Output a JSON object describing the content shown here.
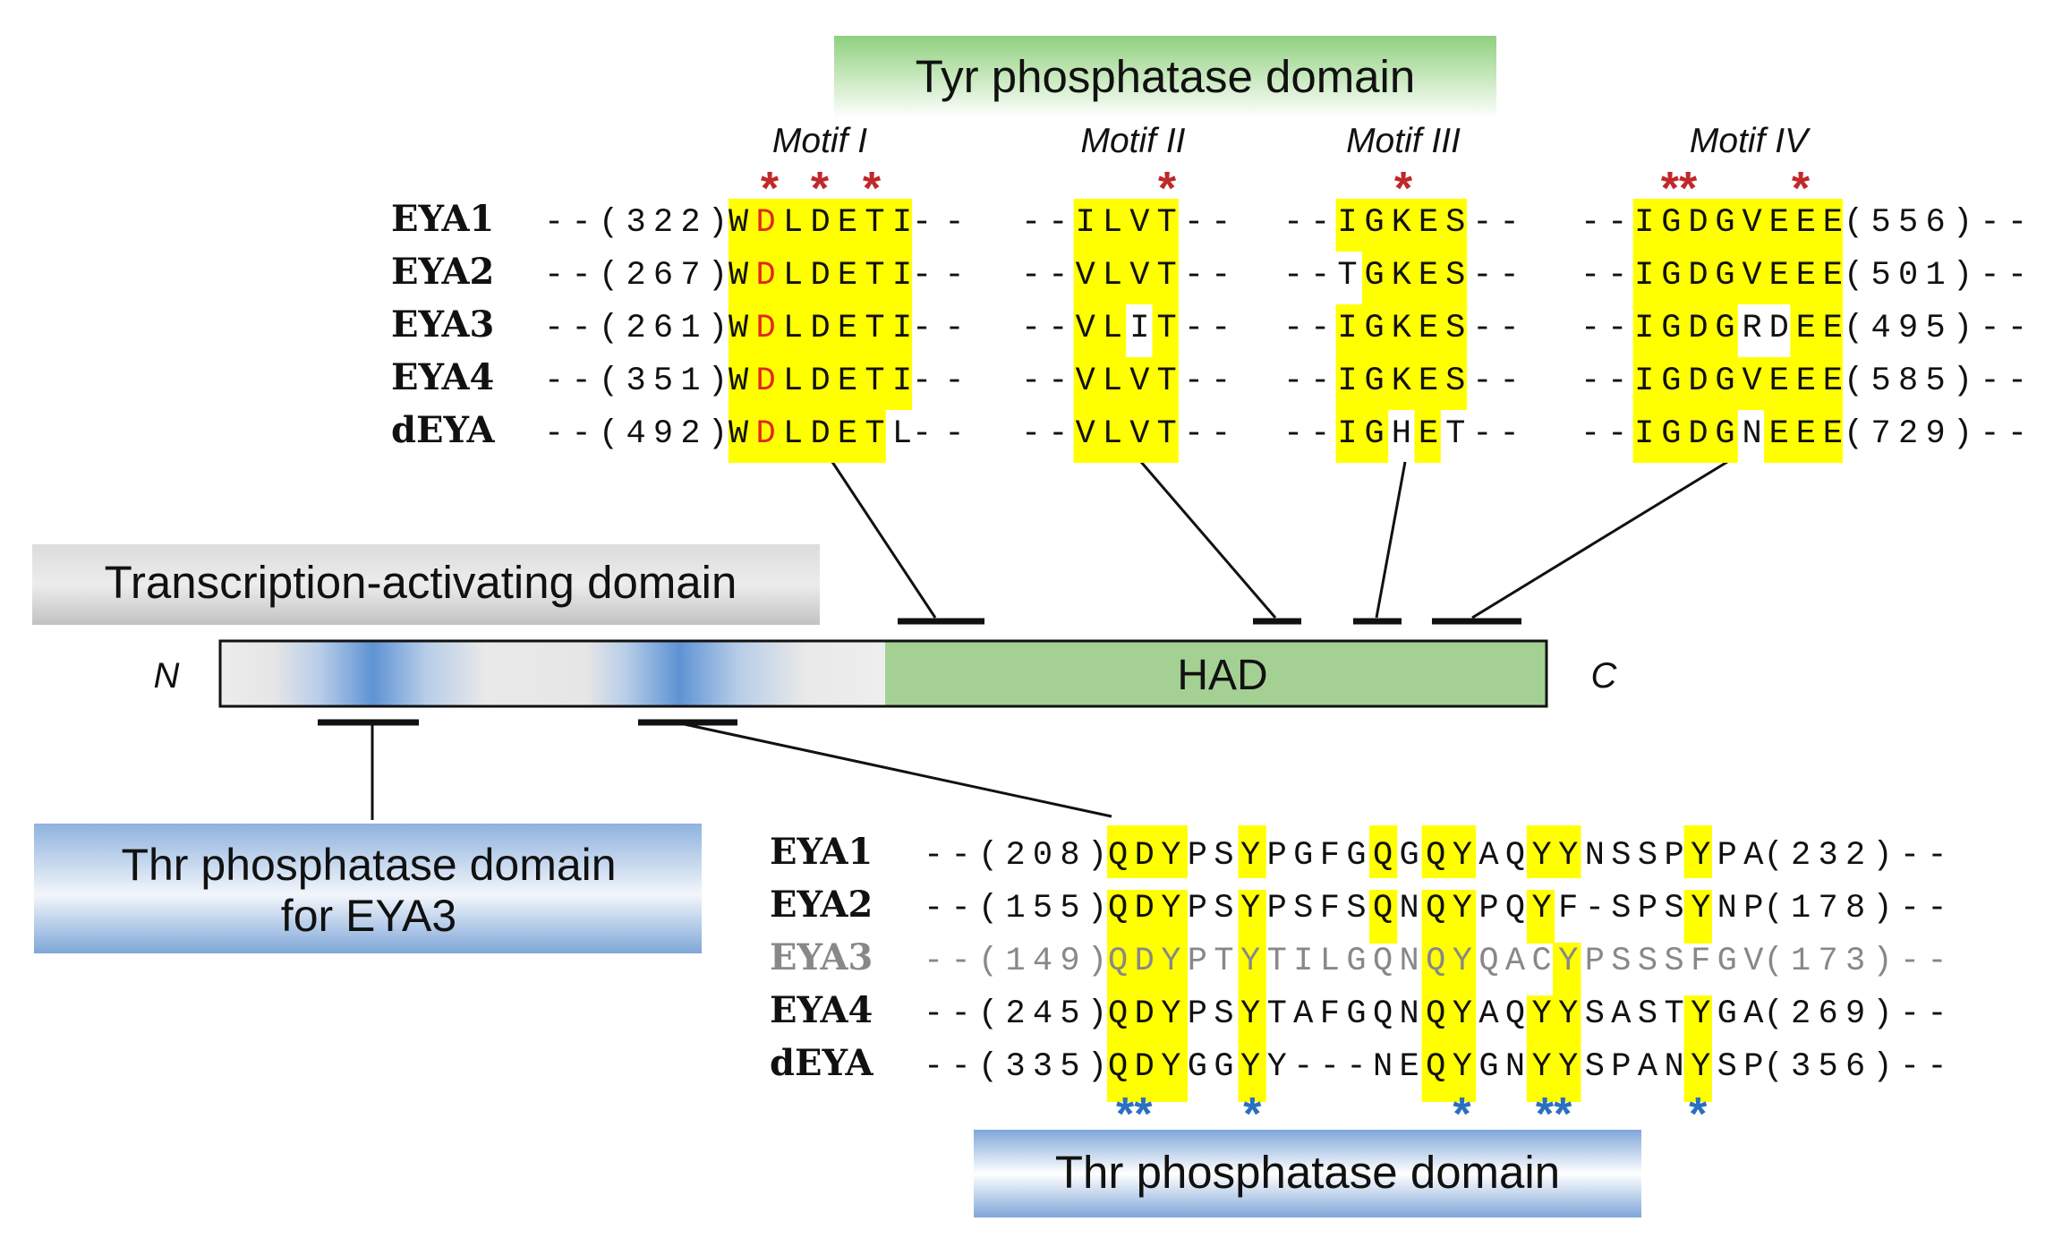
{
  "colors": {
    "highlight": "#ffff00",
    "tyr_box": "#8fd07e",
    "thr_box": "#7fa6d8",
    "tad_box": "#bdbdbd",
    "had_fill": "#a4d193",
    "red_star": "#c0282a",
    "blue_star": "#2a6fc0",
    "catalytic_d": "#e0281e",
    "eya3_gray": "#888888"
  },
  "labels": {
    "tyr_domain": "Tyr phosphatase domain",
    "transcription_domain": "Transcription-activating domain",
    "thr_domain_eya3_line1": "Thr phosphatase domain",
    "thr_domain_eya3_line2": "for EYA3",
    "thr_domain": "Thr phosphatase domain",
    "had": "HAD",
    "n_term": "N",
    "c_term": "C"
  },
  "motifs": [
    {
      "label": "Motif I",
      "stars": "*   *   *"
    },
    {
      "label": "Motif II",
      "stars": "*"
    },
    {
      "label": "Motif III",
      "stars": "*"
    },
    {
      "label": "Motif IV",
      "stars": "**      *"
    }
  ],
  "top_alignment": {
    "rows": [
      {
        "name": "EYA1",
        "start": "--(322)",
        "m1": "WDLDETI",
        "m1_tail": "--",
        "m2": "--ILVT--",
        "m3": "--IGKES--",
        "m4": "--IGDGVEEE",
        "end": "(556)--"
      },
      {
        "name": "EYA2",
        "start": "--(267)",
        "m1": "WDLDETI",
        "m1_tail": "--",
        "m2": "--VLVT--",
        "m3": "--TGKES--",
        "m4": "--IGDGVEEE",
        "end": "(501)--"
      },
      {
        "name": "EYA3",
        "start": "--(261)",
        "m1": "WDLDETI",
        "m1_tail": "--",
        "m2": "--VLIT--",
        "m3": "--IGKES--",
        "m4": "--IGDGRDEE",
        "end": "(495)--"
      },
      {
        "name": "EYA4",
        "start": "--(351)",
        "m1": "WDLDETI",
        "m1_tail": "--",
        "m2": "--VLVT--",
        "m3": "--IGKES--",
        "m4": "--IGDGVEEE",
        "end": "(585)--"
      },
      {
        "name": "dEYA",
        "start": "--(492)",
        "m1": "WDLDETL",
        "m1_tail": "--",
        "m2": "--VLVT--",
        "m3": "--IGHET--",
        "m4": "--IGDGNEEE",
        "end": "(729)--"
      }
    ]
  },
  "bottom_alignment": {
    "rows": [
      {
        "name": "EYA1",
        "start": "--(208)",
        "seq": "QDYPSYPGFGQGQYAQYYNSSPYPA",
        "end": "(232)--"
      },
      {
        "name": "EYA2",
        "start": "--(155)",
        "seq": "QDYPSYPSFSQNQYPQYF-SPSYNP",
        "end": "(178)--"
      },
      {
        "name": "EYA3",
        "start": "--(149)",
        "seq": "QDYPTYTILGQNQYQACYPSSSFGV",
        "end": "(173)--"
      },
      {
        "name": "EYA4",
        "start": "--(245)",
        "seq": "QDYPSYTAFGQNQYAQYYSASTYGA",
        "end": "(269)--"
      },
      {
        "name": "dEYA",
        "start": "--(335)",
        "seq": "QDYGGYY---NEQYGNYYSPANYSP",
        "end": "(356)--"
      }
    ],
    "stars": [
      "**",
      "*",
      "*",
      "**",
      "*"
    ]
  }
}
